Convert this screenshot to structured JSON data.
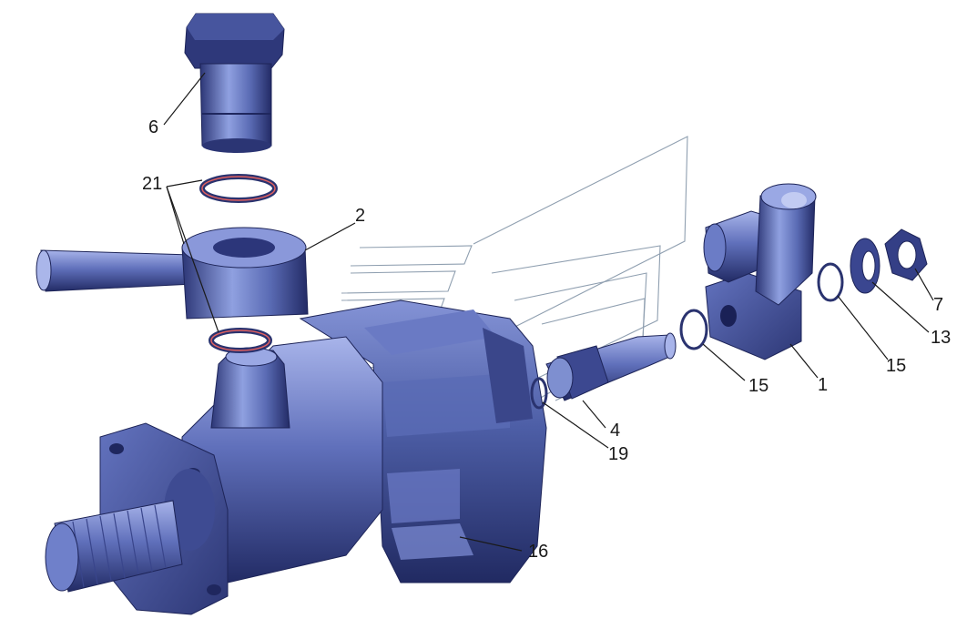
{
  "diagram": {
    "labels": {
      "p1": "1",
      "p2": "2",
      "p4": "4",
      "p6": "6",
      "p7": "7",
      "p13": "13",
      "p15a": "15",
      "p15b": "15",
      "p16": "16",
      "p19": "19",
      "p21": "21"
    },
    "colors": {
      "body": "#4a5a9c",
      "body_dark": "#26306a",
      "body_light": "#7e8fd0",
      "ring": "#e06060",
      "ghost_line": "#8f9fb0"
    }
  }
}
